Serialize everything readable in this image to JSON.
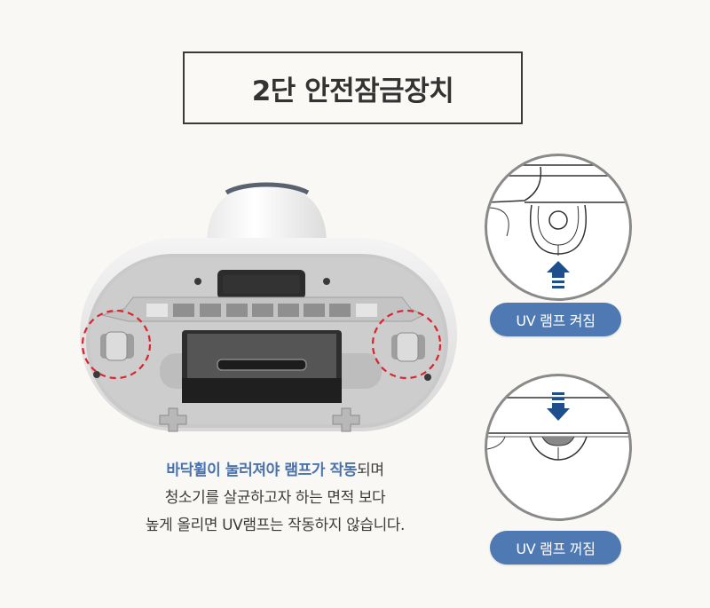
{
  "title": "2단 안전잠금장치",
  "caption": {
    "line1_highlight": "바닥휠이 눌러져야 램프가 작동",
    "line1_rest": "되며",
    "line2": "청소기를 살균하고자 하는 면적 보다",
    "line3": "높게 올리면 UV램프는 작동하지 않습니다."
  },
  "indicators": [
    {
      "state": "on",
      "label": "UV 램프 켜짐",
      "arrow": "up-arrow-icon"
    },
    {
      "state": "off",
      "label": "UV 램프 꺼짐",
      "arrow": "down-arrow-icon"
    }
  ],
  "colors": {
    "background": "#f9f8f4",
    "title_text": "#333333",
    "highlight": "#4a72ad",
    "pill": "#4f79b2",
    "arrow": "#1f4e8c",
    "dashed_circle": "#d9232e"
  }
}
